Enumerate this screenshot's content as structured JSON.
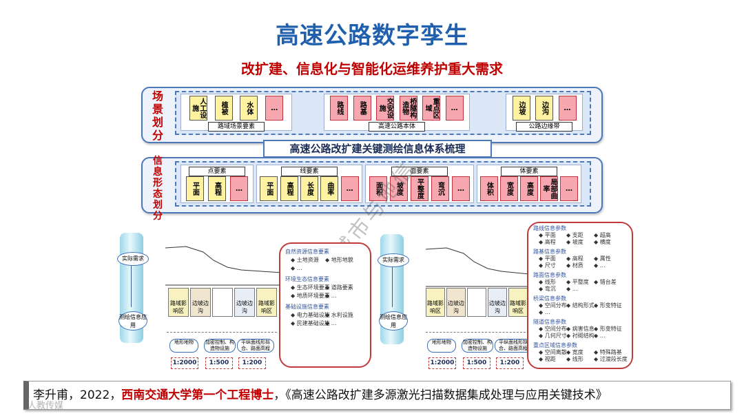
{
  "title": "高速公路数字孪生",
  "subtitle": "改扩建、信息化与智能化运维养护重大需求",
  "watermark": "智慧城市与地信",
  "corner_watermark": "人教传媒",
  "scene_panel": {
    "label": "场景划分",
    "groups": [
      {
        "name": "路域场景要素",
        "boxes": [
          {
            "text": "人工设施",
            "color": "yellow"
          },
          {
            "text": "植被",
            "color": "yellow"
          },
          {
            "text": "水体",
            "color": "yellow"
          },
          {
            "text": "…",
            "color": "pink"
          }
        ]
      },
      {
        "name": "高速公路本体",
        "boxes": [
          {
            "text": "路线",
            "color": "pink"
          },
          {
            "text": "路基",
            "color": "pink"
          },
          {
            "text": "交安设施",
            "color": "pink"
          },
          {
            "text": "桥隧构造物",
            "color": "pink"
          },
          {
            "text": "重点区域",
            "color": "pink"
          },
          {
            "text": "…",
            "color": "pink"
          }
        ]
      },
      {
        "name": "公路边缘带",
        "boxes": [
          {
            "text": "边坡",
            "color": "yellow"
          },
          {
            "text": "边沟",
            "color": "yellow"
          },
          {
            "text": "…",
            "color": "pink"
          }
        ]
      }
    ]
  },
  "center_bar": "高速公路改扩建关键测绘信息体系梳理",
  "info_panel": {
    "label": "信息形态划分",
    "groups": [
      {
        "name": "点要素",
        "boxes": [
          {
            "text": "平面",
            "color": "yellow"
          },
          {
            "text": "高程",
            "color": "yellow"
          },
          {
            "text": "…",
            "color": "pink"
          }
        ]
      },
      {
        "name": "线要素",
        "boxes": [
          {
            "text": "平面",
            "color": "yellow"
          },
          {
            "text": "高程",
            "color": "yellow"
          },
          {
            "text": "长度",
            "color": "yellow"
          },
          {
            "text": "曲率",
            "color": "yellow"
          },
          {
            "text": "…",
            "color": "pink"
          }
        ]
      },
      {
        "name": "面要素",
        "boxes": [
          {
            "text": "面积",
            "color": "pink"
          },
          {
            "text": "坡度",
            "color": "pink"
          },
          {
            "text": "平整度",
            "color": "pink"
          },
          {
            "text": "弯沉",
            "color": "pink"
          },
          {
            "text": "…",
            "color": "pink"
          }
        ]
      },
      {
        "name": "体要素",
        "boxes": [
          {
            "text": "体积",
            "color": "pink"
          },
          {
            "text": "宽度",
            "color": "pink"
          },
          {
            "text": "高度",
            "color": "pink"
          },
          {
            "text": "局部曲率",
            "color": "pink"
          },
          {
            "text": "…",
            "color": "pink"
          }
        ]
      }
    ]
  },
  "left_figure": {
    "demand": "实际需求",
    "app": "测绘信息应用",
    "zones": [
      "路域影响区",
      "边坡边沟",
      "",
      "边坡边沟",
      "路域影响区"
    ],
    "pills": [
      "地形地物",
      "加密控制、构造物设施",
      "平纵面线形拟合、路面高程"
    ],
    "scales": [
      "1:2000",
      "1:500",
      "1:200"
    ],
    "bubble": {
      "sections": [
        {
          "title": "自然资源信息要素",
          "items": [
            "土地资源",
            "地形地貌",
            "…"
          ]
        },
        {
          "title": "环境生态信息要素",
          "items": [
            "生态环境要素",
            "道路要素",
            "地质环境要素",
            "…"
          ]
        },
        {
          "title": "基础设施信息要素",
          "items": [
            "电力基础设施",
            "水利设施",
            "民建基础设施",
            "…"
          ]
        }
      ]
    }
  },
  "right_figure": {
    "demand": "实际需求",
    "app": "测绘信息应用",
    "zones": [
      "路域影响区",
      "边坡边沟",
      "",
      "边坡边沟",
      "路域影响区"
    ],
    "pills": [
      "地形地物",
      "加密控制、构造物设施",
      "平纵面线形拟合、路面高程"
    ],
    "scales": [
      "1:2000",
      "1:500",
      "1:200"
    ],
    "bubble": {
      "sections": [
        {
          "title": "路线信息参数",
          "items": [
            "平面",
            "支距",
            "超高",
            "高程",
            "坡度",
            "横度"
          ]
        },
        {
          "title": "路基信息参数",
          "items": [
            "平面",
            "高程",
            "属性",
            "尺寸",
            "材质",
            "…"
          ]
        },
        {
          "title": "路面信息参数",
          "items": [
            "线形",
            "平整度",
            "错台差",
            "弯沉",
            "…"
          ]
        },
        {
          "title": "桥梁信息参数",
          "items": [
            "空间分布",
            "结构形式",
            "形变特征",
            "…"
          ]
        },
        {
          "title": "隧道信息参数",
          "items": [
            "空间分布",
            "病害信息",
            "形变特征",
            "几何尺寸",
            "衬砌结构",
            "…"
          ]
        },
        {
          "title": "重点区域信息参数",
          "items": [
            "空间离散",
            "宽度",
            "特殊路基",
            "视距",
            "线形",
            "过渡段长度"
          ]
        }
      ]
    }
  },
  "footer": {
    "author": "李升甫，2022，",
    "highlight": "西南交通大学第一个工程博士",
    "rest": "，《高速公路改扩建多源激光扫描数据集成处理与应用关键技术》"
  }
}
